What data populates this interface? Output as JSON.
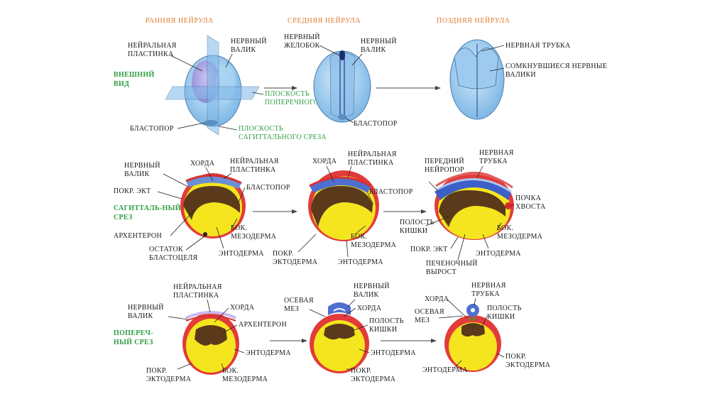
{
  "stages": {
    "early": "РАННЯЯ НЕЙРУЛА",
    "middle": "СРЕДНЯЯ НЕЙРУЛА",
    "late": "ПОЗДНЯЯ НЕЙРУЛА"
  },
  "rows": {
    "external": [
      "ВНЕШНИЙ",
      "ВИД"
    ],
    "sagittal": [
      "САГИТТАЛЬ-НЫЙ",
      "СРЕЗ"
    ],
    "transverse": [
      "ПОПЕРЕЧ-",
      "НЫЙ СРЕЗ"
    ]
  },
  "external_labels": {
    "neural_plate": [
      "НЕЙРАЛЬНАЯ",
      "ПЛАСТИНКА"
    ],
    "neural_fold": [
      "НЕРВНЫЙ",
      "ВАЛИК"
    ],
    "blastopore": "БЛАСТОПОР",
    "transverse_plane": [
      "ПЛОСКОСТЬ",
      "ПОПЕРЕЧНОГО СРЕЗА"
    ],
    "sagittal_plane": [
      "ПЛОСКОСТЬ",
      "САГИТТАЛЬНОГО СРЕЗА"
    ],
    "neural_groove": [
      "НЕРВНЫЙ",
      "ЖЕЛОБОК"
    ],
    "neural_fold_mid": [
      "НЕРВНЫЙ",
      "ВАЛИК"
    ],
    "blastopore_mid": "БЛАСТОПОР",
    "neural_tube": "НЕРВНАЯ ТРУБКА",
    "closed_folds": [
      "СОМКНУВШИЕСЯ НЕРВНЫЕ",
      "ВАЛИКИ"
    ]
  },
  "sagittal_labels": {
    "neural_fold": [
      "НЕРВНЫЙ",
      "ВАЛИК"
    ],
    "chord": "ХОРДА",
    "neural_plate": [
      "НЕЙРАЛЬНАЯ",
      "ПЛАСТИНКА"
    ],
    "cover_ect": "ПОКР. ЭКТ",
    "blastopore": "БЛАСТОПОР",
    "archenteron": "АРХЕНТЕРОН",
    "lat_mesoderm": [
      "БОК.",
      "МЕЗОДЕРМА"
    ],
    "blastocoel_rest": [
      "ОСТАТОК",
      "БЛАСТОЦЕЛЯ"
    ],
    "endoderm": "ЭНТОДЕРМА",
    "chord_mid": "ХОРДА",
    "neural_plate_mid": [
      "НЕЙРАЛЬНАЯ",
      "ПЛАСТИНКА"
    ],
    "blastopore_mid": "БЛАСТОПОР",
    "lat_mesoderm_mid": [
      "БОК.",
      "МЕЗОДЕРМА"
    ],
    "cover_ectoderm": [
      "ПОКР.",
      "ЭКТОДЕРМА"
    ],
    "endoderm_mid": "ЭНТОДЕРМА",
    "anterior_neuropore": [
      "ПЕРЕДНИЙ",
      "НЕЙРОПОР"
    ],
    "neural_tube": [
      "НЕРВНАЯ",
      "ТРУБКА"
    ],
    "tail_bud": [
      "ПОЧКА",
      "ХВОСТА"
    ],
    "gut_cavity": [
      "ПОЛОСТЬ",
      "КИШКИ"
    ],
    "lat_mesoderm_late": [
      "БОК.",
      "МЕЗОДЕРМА"
    ],
    "cover_ect_late": "ПОКР. ЭКТ",
    "endoderm_late": "ЭНТОДЕРМА",
    "liver": [
      "ПЕЧЕНОЧНЫЙ",
      "ВЫРОСТ"
    ]
  },
  "transverse_labels": {
    "neural_plate": [
      "НЕЙРАЛЬНАЯ",
      "ПЛАСТИНКА"
    ],
    "neural_fold": [
      "НЕРВНЫЙ",
      "ВАЛИК"
    ],
    "chord": "ХОРДА",
    "archenteron": "АРХЕНТЕРОН",
    "endoderm": "ЭНТОДЕРМА",
    "cover_ectoderm": [
      "ПОКР.",
      "ЭКТОДЕРМА"
    ],
    "lat_mesoderm": [
      "БОК.",
      "МЕЗОДЕРМА"
    ],
    "axial_mes": [
      "ОСЕВАЯ",
      "МЕЗ"
    ],
    "neural_fold_mid": [
      "НЕРВНЫЙ",
      "ВАЛИК"
    ],
    "chord_mid": "ХОРДА",
    "gut_cavity_mid": [
      "ПОЛОСТЬ",
      "КИШКИ"
    ],
    "endoderm_mid": "ЭНТОДЕРМА",
    "cover_ectoderm_mid": [
      "ПОКР.",
      "ЭКТОДЕРМА"
    ],
    "chord_late": "ХОРДА",
    "neural_tube_late": [
      "НЕРВНАЯ",
      "ТРУБКА"
    ],
    "axial_mes_late": [
      "ОСЕВАЯ",
      "МЕЗ"
    ],
    "gut_cavity_late": [
      "ПОЛОСТЬ",
      "КИШКИ"
    ],
    "cover_ectoderm_late": [
      "ПОКР.",
      "ЭКТОДЕРМА"
    ],
    "endoderm_late": "ЭНТОДЕРМА"
  }
}
